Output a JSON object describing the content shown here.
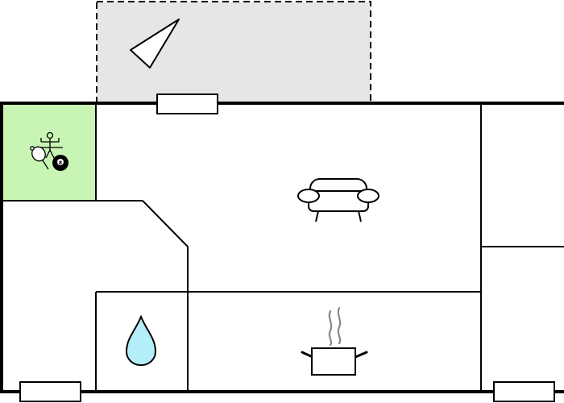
{
  "floor_plan": {
    "colors": {
      "wall": "#000000",
      "background": "#ffffff",
      "terrace_fill": "#e6e6e6",
      "game_room_fill": "#c8f5b4",
      "water_fill": "#b4eef8",
      "steam": "#888888"
    },
    "rooms": [
      {
        "name": "terrace",
        "style": "dashed outline, gray fill"
      },
      {
        "name": "game-room",
        "icons": [
          "table-football-icon",
          "ping-pong-icon",
          "billiard-ball-icon"
        ]
      },
      {
        "name": "living-room",
        "icons": [
          "sofa-icon"
        ]
      },
      {
        "name": "bathroom",
        "icons": [
          "water-drop-icon"
        ]
      },
      {
        "name": "kitchen",
        "icons": [
          "cooking-pot-icon"
        ]
      },
      {
        "name": "hallway",
        "icons": []
      },
      {
        "name": "right-room-upper",
        "icons": []
      },
      {
        "name": "right-room-lower",
        "icons": []
      }
    ],
    "icons": {
      "compass": "north-arrow-icon",
      "game_room": [
        "table-football-icon",
        "ping-pong-icon",
        "billiard-ball-icon"
      ],
      "living_room": "sofa-icon",
      "bathroom": "water-drop-icon",
      "kitchen": "cooking-pot-icon"
    },
    "billiard_ball_number": "8",
    "windows": [
      "window-top",
      "window-bottom-left",
      "window-bottom-right"
    ]
  }
}
